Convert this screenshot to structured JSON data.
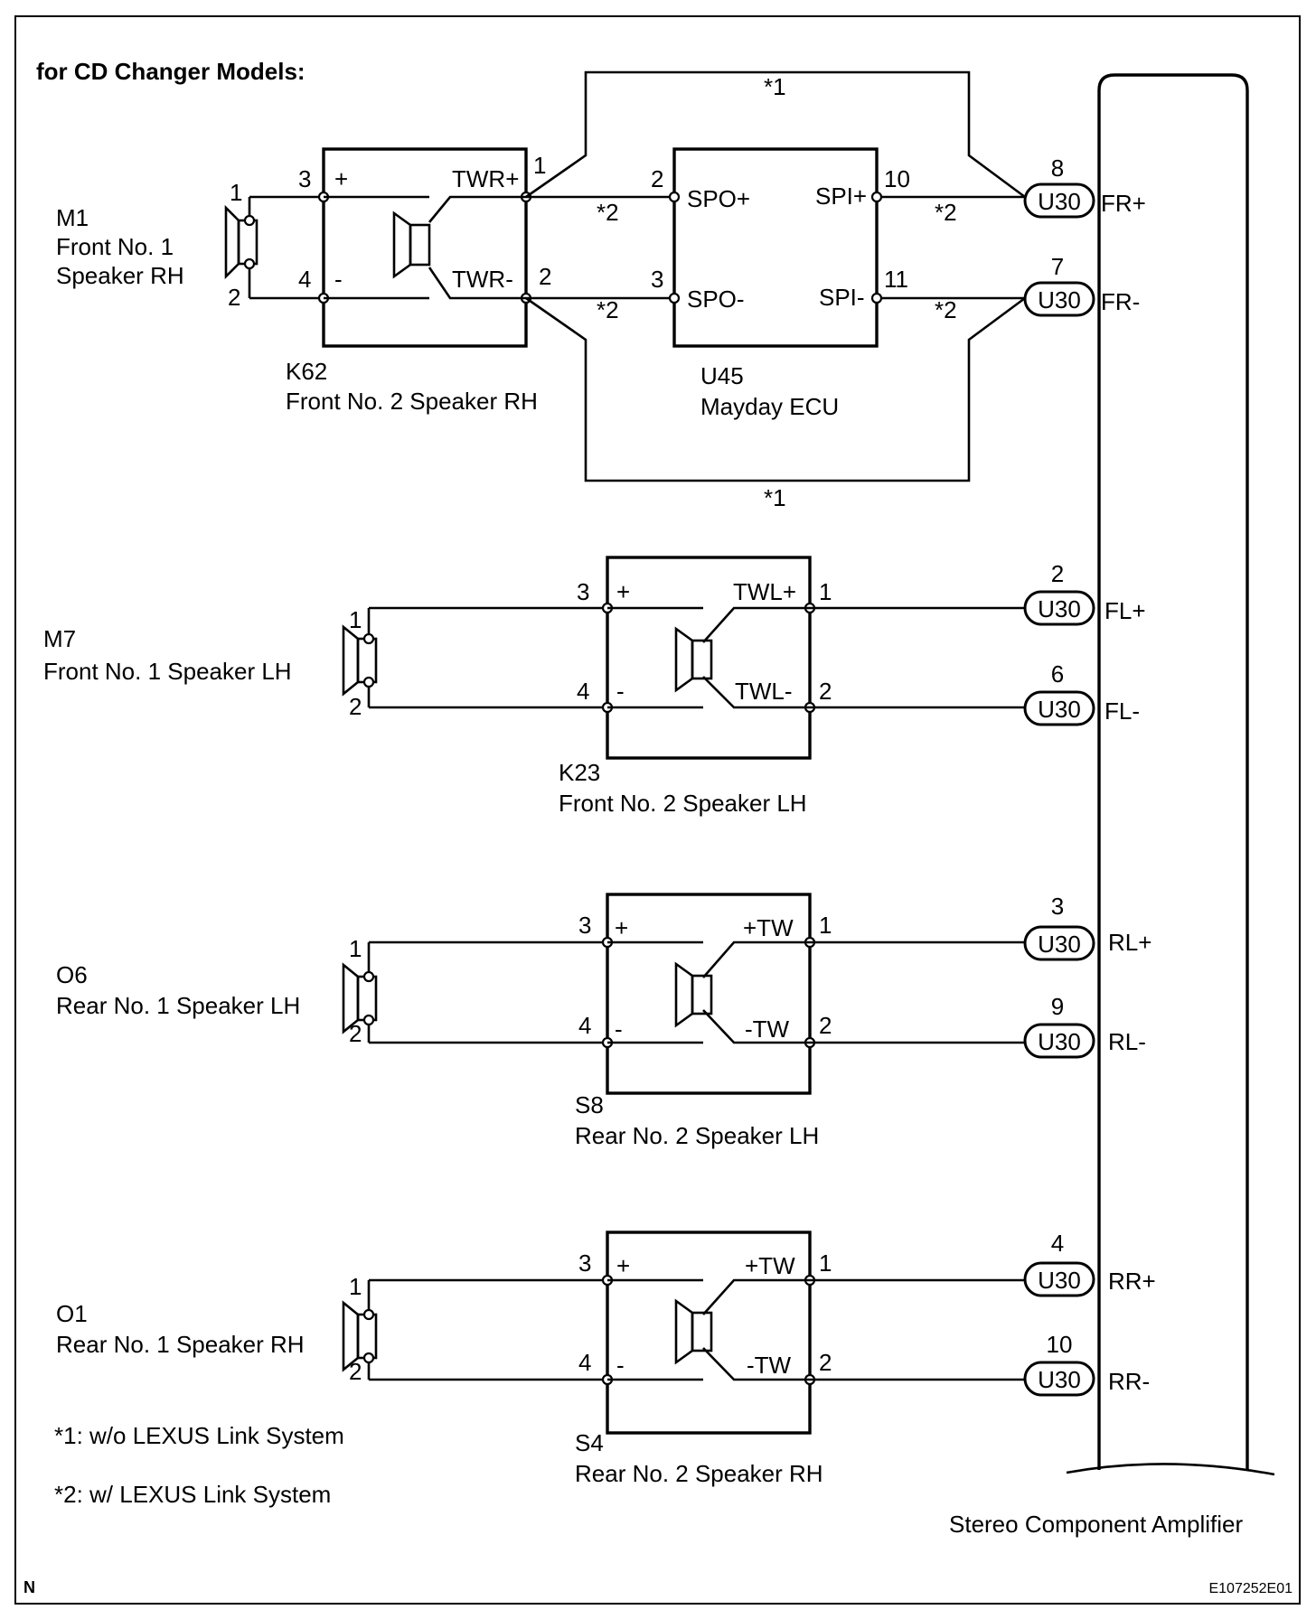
{
  "header": {
    "title": "for CD Changer Models:"
  },
  "footer": {
    "left_mark": "N",
    "figure_id": "E107252E01"
  },
  "notes": [
    "*1: w/o LEXUS Link System",
    "*2: w/ LEXUS Link System"
  ],
  "amplifier": {
    "label": "Stereo Component Amplifier",
    "connector": "U30"
  },
  "terminals": [
    {
      "pin": "8",
      "name": "FR+"
    },
    {
      "pin": "7",
      "name": "FR-"
    },
    {
      "pin": "2",
      "name": "FL+"
    },
    {
      "pin": "6",
      "name": "FL-"
    },
    {
      "pin": "3",
      "name": "RL+"
    },
    {
      "pin": "9",
      "name": "RL-"
    },
    {
      "pin": "4",
      "name": "RR+"
    },
    {
      "pin": "10",
      "name": "RR-"
    }
  ],
  "speakers": {
    "m1": {
      "code": "M1",
      "name_line1": "Front No. 1",
      "name_line2": "Speaker RH",
      "pin_top": "1",
      "pin_bottom": "2"
    },
    "k62": {
      "code": "K62",
      "name": "Front No. 2 Speaker RH",
      "pin_plus": "3",
      "pin_minus": "4",
      "sign_plus": "+",
      "sign_minus": "-",
      "out_plus_label": "TWR+",
      "out_minus_label": "TWR-",
      "out_plus_pin": "1",
      "out_minus_pin": "2"
    },
    "m7": {
      "code": "M7",
      "name": "Front No. 1 Speaker LH",
      "pin_top": "1",
      "pin_bottom": "2"
    },
    "k23": {
      "code": "K23",
      "name": "Front No. 2 Speaker LH",
      "pin_plus": "3",
      "pin_minus": "4",
      "sign_plus": "+",
      "sign_minus": "-",
      "out_plus_label": "TWL+",
      "out_minus_label": "TWL-",
      "out_plus_pin": "1",
      "out_minus_pin": "2"
    },
    "o6": {
      "code": "O6",
      "name": "Rear No. 1 Speaker LH",
      "pin_top": "1",
      "pin_bottom": "2"
    },
    "s8": {
      "code": "S8",
      "name": "Rear No. 2 Speaker LH",
      "pin_plus": "3",
      "pin_minus": "4",
      "sign_plus": "+",
      "sign_minus": "-",
      "out_plus_label": "+TW",
      "out_minus_label": "-TW",
      "out_plus_pin": "1",
      "out_minus_pin": "2"
    },
    "o1": {
      "code": "O1",
      "name": "Rear No. 1 Speaker RH",
      "pin_top": "1",
      "pin_bottom": "2"
    },
    "s4": {
      "code": "S4",
      "name": "Rear No. 2 Speaker RH",
      "pin_plus": "3",
      "pin_minus": "4",
      "sign_plus": "+",
      "sign_minus": "-",
      "out_plus_label": "+TW",
      "out_minus_label": "-TW",
      "out_plus_pin": "1",
      "out_minus_pin": "2"
    }
  },
  "ecu": {
    "code": "U45",
    "name": "Mayday ECU",
    "spo_plus": "SPO+",
    "spo_minus": "SPO-",
    "spi_plus": "SPI+",
    "spi_minus": "SPI-",
    "spo_plus_pin": "2",
    "spo_minus_pin": "3",
    "spi_plus_pin": "10",
    "spi_minus_pin": "11"
  },
  "wire_notes": {
    "bypass": "*1",
    "via_ecu": "*2"
  }
}
